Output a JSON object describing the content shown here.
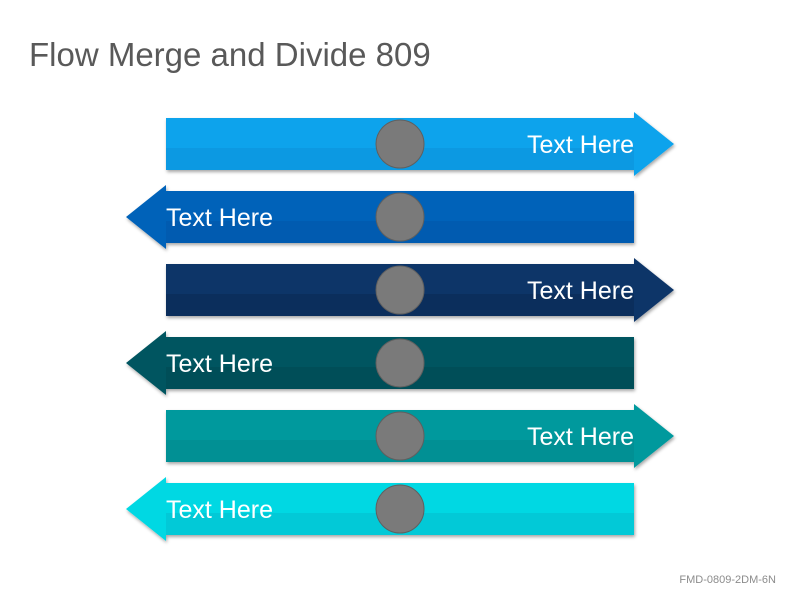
{
  "title": "Flow Merge and Divide 809",
  "footer_code": "FMD-0809-2DM-6N",
  "arrows": [
    {
      "direction": "right",
      "label": "Text Here",
      "color": "#0aa3ec",
      "shade": "#0a8fd6"
    },
    {
      "direction": "left",
      "label": "Text Here",
      "color": "#0462b9",
      "shade": "#0355a6"
    },
    {
      "direction": "right",
      "label": "Text Here",
      "color": "#0c3468",
      "shade": "#08254e"
    },
    {
      "direction": "left",
      "label": "Text Here",
      "color": "#005560",
      "shade": "#004650"
    },
    {
      "direction": "right",
      "label": "Text Here",
      "color": "#03999d",
      "shade": "#028589"
    },
    {
      "direction": "left",
      "label": "Text Here",
      "color": "#05d8e3",
      "shade": "#04b8c8"
    }
  ],
  "center_circle_color": "#7a7a7a"
}
